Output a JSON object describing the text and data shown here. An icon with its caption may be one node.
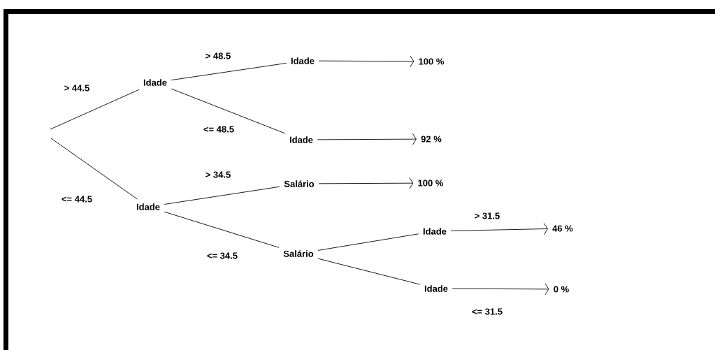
{
  "diagram": {
    "nodes": [
      {
        "text": [
          "Idade"
        ]
      },
      {
        "text": [
          "Idade"
        ]
      },
      {
        "text": [
          "Idade"
        ]
      },
      {
        "text": [
          "Idade"
        ]
      },
      {
        "text": [
          "Salário"
        ]
      },
      {
        "text": [
          "Salário"
        ]
      },
      {
        "text": [
          "Idade"
        ]
      },
      {
        "text": [
          "Idade"
        ]
      },
      {
        "text": [
          "100 %"
        ]
      },
      {
        "text": [
          "92 %"
        ]
      },
      {
        "text": [
          "100 %"
        ]
      },
      {
        "text": [
          "46 %"
        ]
      },
      {
        "text": [
          "0 %"
        ]
      }
    ],
    "edges": [
      {
        "from": null,
        "to": 0,
        "arrow": "none",
        "label": "> 44.5"
      },
      {
        "from": null,
        "to": 1,
        "arrow": "none",
        "label": "<= 44.5"
      },
      {
        "from": 0,
        "to": 2,
        "arrow": "none",
        "label": "> 48.5"
      },
      {
        "from": 0,
        "to": 3,
        "arrow": "none",
        "label": "<= 48.5"
      },
      {
        "from": 1,
        "to": 4,
        "arrow": "none",
        "label": "> 34.5"
      },
      {
        "from": 1,
        "to": 5,
        "arrow": "none",
        "label": "<= 34.5"
      },
      {
        "from": 5,
        "to": 6,
        "arrow": "none"
      },
      {
        "from": 5,
        "to": 7,
        "arrow": "none"
      },
      {
        "from": 2,
        "to": 8,
        "arrow": "to"
      },
      {
        "from": 3,
        "to": 9,
        "arrow": "to"
      },
      {
        "from": 4,
        "to": 10,
        "arrow": "to"
      },
      {
        "from": 6,
        "to": 11,
        "arrow": "to",
        "label": "> 31.5"
      },
      {
        "from": 7,
        "to": 12,
        "arrow": "to",
        "label": "<= 31.5"
      }
    ]
  }
}
